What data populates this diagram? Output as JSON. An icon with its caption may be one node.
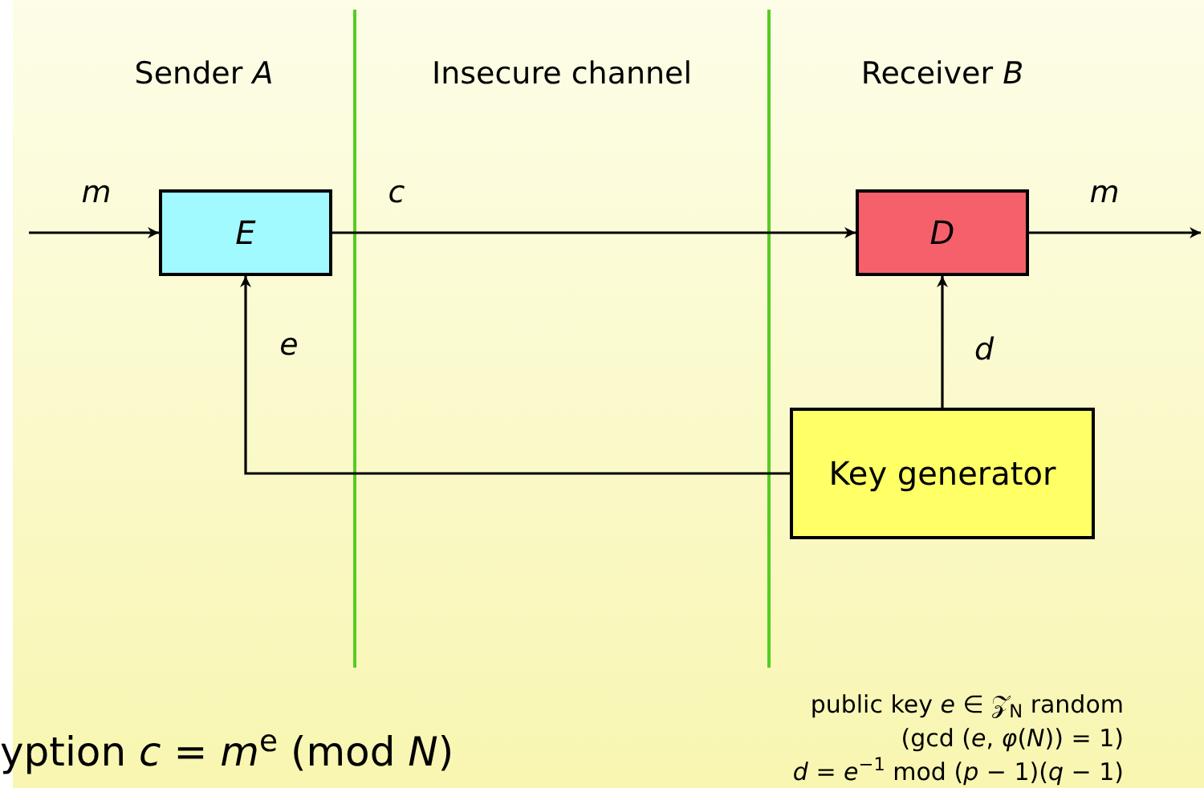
{
  "diagram": {
    "nodes": [
      {
        "text": [
          "E"
        ]
      },
      {
        "text": [
          "D"
        ]
      },
      {
        "text": [
          "Key generator"
        ]
      }
    ],
    "edges": [
      {
        "from": null,
        "to": 0,
        "arrow": "to",
        "label": "m"
      },
      {
        "from": 0,
        "to": 1,
        "arrow": "to",
        "label": "c"
      },
      {
        "from": 1,
        "to": null,
        "arrow": "to",
        "label": "m"
      },
      {
        "from": 2,
        "to": 1,
        "arrow": "to",
        "label": "d"
      },
      {
        "from": 2,
        "to": 0,
        "arrow": "to",
        "label": "e"
      }
    ],
    "labels": [
      "Sender *A*",
      "Insecure channel",
      "Receiver *B*",
      "yption *c* = *m*$^{e}$ (mod *N*)",
      "public key *e* ∈ 𝒵$_{N}$ random",
      "(gcd (*e*, *φ*(*N*)) = 1)",
      "*d* = *e*$^{−1}$  mod (*p* − 1)(*q* − 1)"
    ]
  }
}
